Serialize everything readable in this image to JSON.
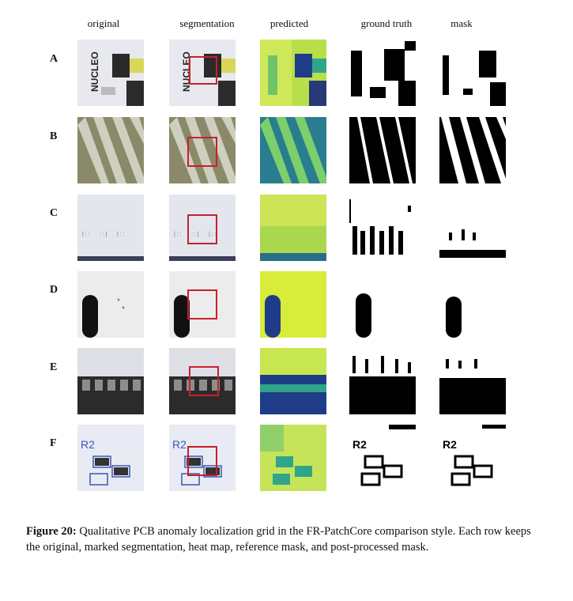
{
  "columns": [
    "original",
    "segmentation",
    "predicted",
    "ground truth",
    "mask"
  ],
  "rows": [
    "A",
    "B",
    "C",
    "D",
    "E",
    "F"
  ],
  "caption": {
    "label": "Figure 20:",
    "text": " Qualitative PCB anomaly localization grid in the FR-PatchCore comparison style. Each row keeps the original, marked segmentation, heat map, reference mask, and post-processed mask."
  },
  "colors": {
    "marker_box": "#c8202a",
    "heat_low": "#1f3c88",
    "heat_mid": "#2fa68a",
    "heat_high": "#d8ec3a"
  }
}
